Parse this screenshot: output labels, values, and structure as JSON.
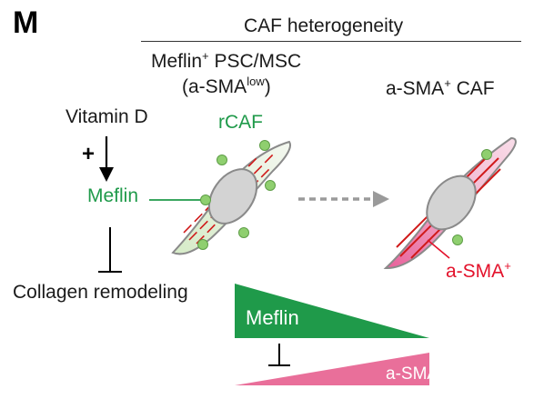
{
  "panel_letter": "M",
  "header": "CAF heterogeneity",
  "column_left": {
    "line1_main": "Meflin",
    "line1_sup": "+",
    "line1_rest": " PSC/MSC",
    "line2_main": "(a-SMA",
    "line2_sup": "low",
    "line2_end": ")"
  },
  "column_right": {
    "main": "a-SMA",
    "sup": "+",
    "rest": " CAF"
  },
  "pathway": {
    "vitamin_d": "Vitamin D",
    "plus": "+",
    "meflin": "Meflin",
    "collagen": "Collagen remodeling"
  },
  "cell_left_label": "rCAF",
  "cell_right_label": {
    "main": "a-SMA",
    "sup": "+"
  },
  "gradient_bars": {
    "meflin": "Meflin",
    "sma": "a-SMA"
  },
  "colors": {
    "green_text": "#1f9a4a",
    "red_text": "#e3122b",
    "meflin_bar": "#1f9a4a",
    "sma_bar": "#e96f9a",
    "dot": "#8fcf6f",
    "arrow_gray": "#9a9a9a"
  }
}
